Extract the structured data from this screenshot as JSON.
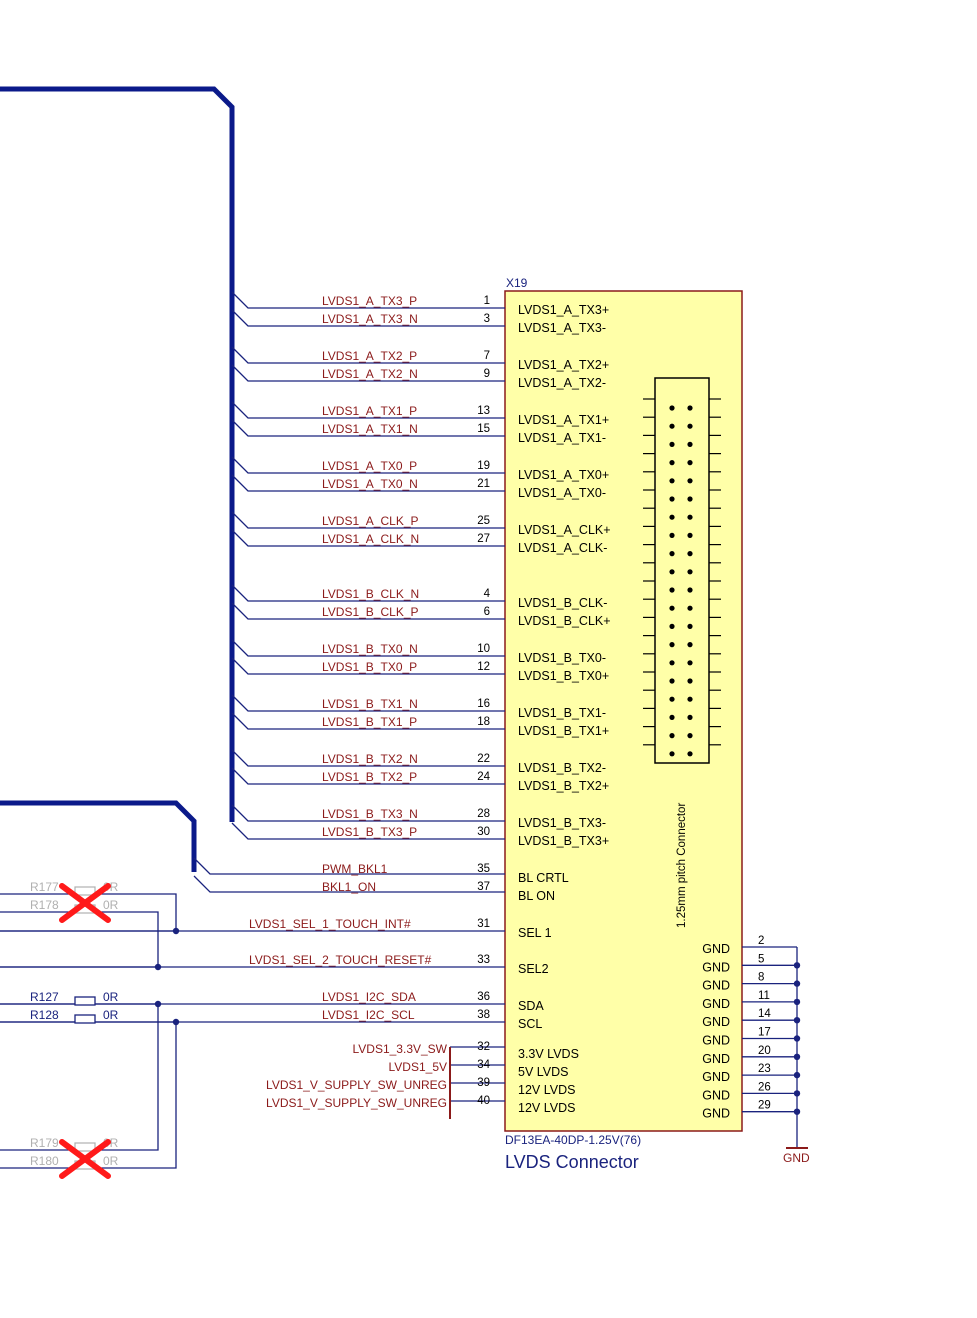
{
  "connector": {
    "refdes": "X19",
    "part": "DF13EA-40DP-1.25V(76)",
    "title": "LVDS Connector",
    "pitch_label": "1.25mm pitch Connector",
    "gnd_label": "GND"
  },
  "signals": [
    {
      "net": "LVDS1_A_TX3_P",
      "pin": "1",
      "name": "LVDS1_A_TX3+"
    },
    {
      "net": "LVDS1_A_TX3_N",
      "pin": "3",
      "name": "LVDS1_A_TX3-"
    },
    {
      "net": "LVDS1_A_TX2_P",
      "pin": "7",
      "name": "LVDS1_A_TX2+"
    },
    {
      "net": "LVDS1_A_TX2_N",
      "pin": "9",
      "name": "LVDS1_A_TX2-"
    },
    {
      "net": "LVDS1_A_TX1_P",
      "pin": "13",
      "name": "LVDS1_A_TX1+"
    },
    {
      "net": "LVDS1_A_TX1_N",
      "pin": "15",
      "name": "LVDS1_A_TX1-"
    },
    {
      "net": "LVDS1_A_TX0_P",
      "pin": "19",
      "name": "LVDS1_A_TX0+"
    },
    {
      "net": "LVDS1_A_TX0_N",
      "pin": "21",
      "name": "LVDS1_A_TX0-"
    },
    {
      "net": "LVDS1_A_CLK_P",
      "pin": "25",
      "name": "LVDS1_A_CLK+"
    },
    {
      "net": "LVDS1_A_CLK_N",
      "pin": "27",
      "name": "LVDS1_A_CLK-"
    },
    {
      "net": "LVDS1_B_CLK_N",
      "pin": "4",
      "name": "LVDS1_B_CLK-"
    },
    {
      "net": "LVDS1_B_CLK_P",
      "pin": "6",
      "name": "LVDS1_B_CLK+"
    },
    {
      "net": "LVDS1_B_TX0_N",
      "pin": "10",
      "name": "LVDS1_B_TX0-"
    },
    {
      "net": "LVDS1_B_TX0_P",
      "pin": "12",
      "name": "LVDS1_B_TX0+"
    },
    {
      "net": "LVDS1_B_TX1_N",
      "pin": "16",
      "name": "LVDS1_B_TX1-"
    },
    {
      "net": "LVDS1_B_TX1_P",
      "pin": "18",
      "name": "LVDS1_B_TX1+"
    },
    {
      "net": "LVDS1_B_TX2_N",
      "pin": "22",
      "name": "LVDS1_B_TX2-"
    },
    {
      "net": "LVDS1_B_TX2_P",
      "pin": "24",
      "name": "LVDS1_B_TX2+"
    },
    {
      "net": "LVDS1_B_TX3_N",
      "pin": "28",
      "name": "LVDS1_B_TX3-"
    },
    {
      "net": "LVDS1_B_TX3_P",
      "pin": "30",
      "name": "LVDS1_B_TX3+"
    },
    {
      "net": "PWM_BKL1",
      "pin": "35",
      "name": "BL CRTL"
    },
    {
      "net": "BKL1_ON",
      "pin": "37",
      "name": "BL ON"
    },
    {
      "net": "LVDS1_SEL_1_TOUCH_INT#",
      "pin": "31",
      "name": "SEL 1"
    },
    {
      "net": "LVDS1_SEL_2_TOUCH_RESET#",
      "pin": "33",
      "name": "SEL2"
    },
    {
      "net": "LVDS1_I2C_SDA",
      "pin": "36",
      "name": "SDA"
    },
    {
      "net": "LVDS1_I2C_SCL",
      "pin": "38",
      "name": "SCL"
    },
    {
      "net": "LVDS1_3.3V_SW",
      "pin": "32",
      "name": "3.3V LVDS"
    },
    {
      "net": "LVDS1_5V",
      "pin": "34",
      "name": "5V LVDS"
    },
    {
      "net": "LVDS1_V_SUPPLY_SW_UNREG",
      "pin": "39",
      "name": "12V LVDS"
    },
    {
      "net": "LVDS1_V_SUPPLY_SW_UNREG",
      "pin": "40",
      "name": "12V LVDS"
    }
  ],
  "gnd_pins": [
    {
      "pin": "2",
      "name": "GND"
    },
    {
      "pin": "5",
      "name": "GND"
    },
    {
      "pin": "8",
      "name": "GND"
    },
    {
      "pin": "11",
      "name": "GND"
    },
    {
      "pin": "14",
      "name": "GND"
    },
    {
      "pin": "17",
      "name": "GND"
    },
    {
      "pin": "20",
      "name": "GND"
    },
    {
      "pin": "23",
      "name": "GND"
    },
    {
      "pin": "26",
      "name": "GND"
    },
    {
      "pin": "29",
      "name": "GND"
    }
  ],
  "resistors": [
    {
      "ref": "R177",
      "value": "0R",
      "dnp": true
    },
    {
      "ref": "R178",
      "value": "0R",
      "dnp": true
    },
    {
      "ref": "R127",
      "value": "0R",
      "dnp": false
    },
    {
      "ref": "R128",
      "value": "0R",
      "dnp": false
    },
    {
      "ref": "R179",
      "value": "0R",
      "dnp": true
    },
    {
      "ref": "R180",
      "value": "0R",
      "dnp": true
    }
  ],
  "colors": {
    "bus": "#0b1a8a",
    "wire": "#1a237e",
    "net_label": "#8b1a1a",
    "body_fill": "#ffffa8",
    "body_stroke": "#8b1a1a",
    "dnp_cross": "#ff1a1a"
  }
}
